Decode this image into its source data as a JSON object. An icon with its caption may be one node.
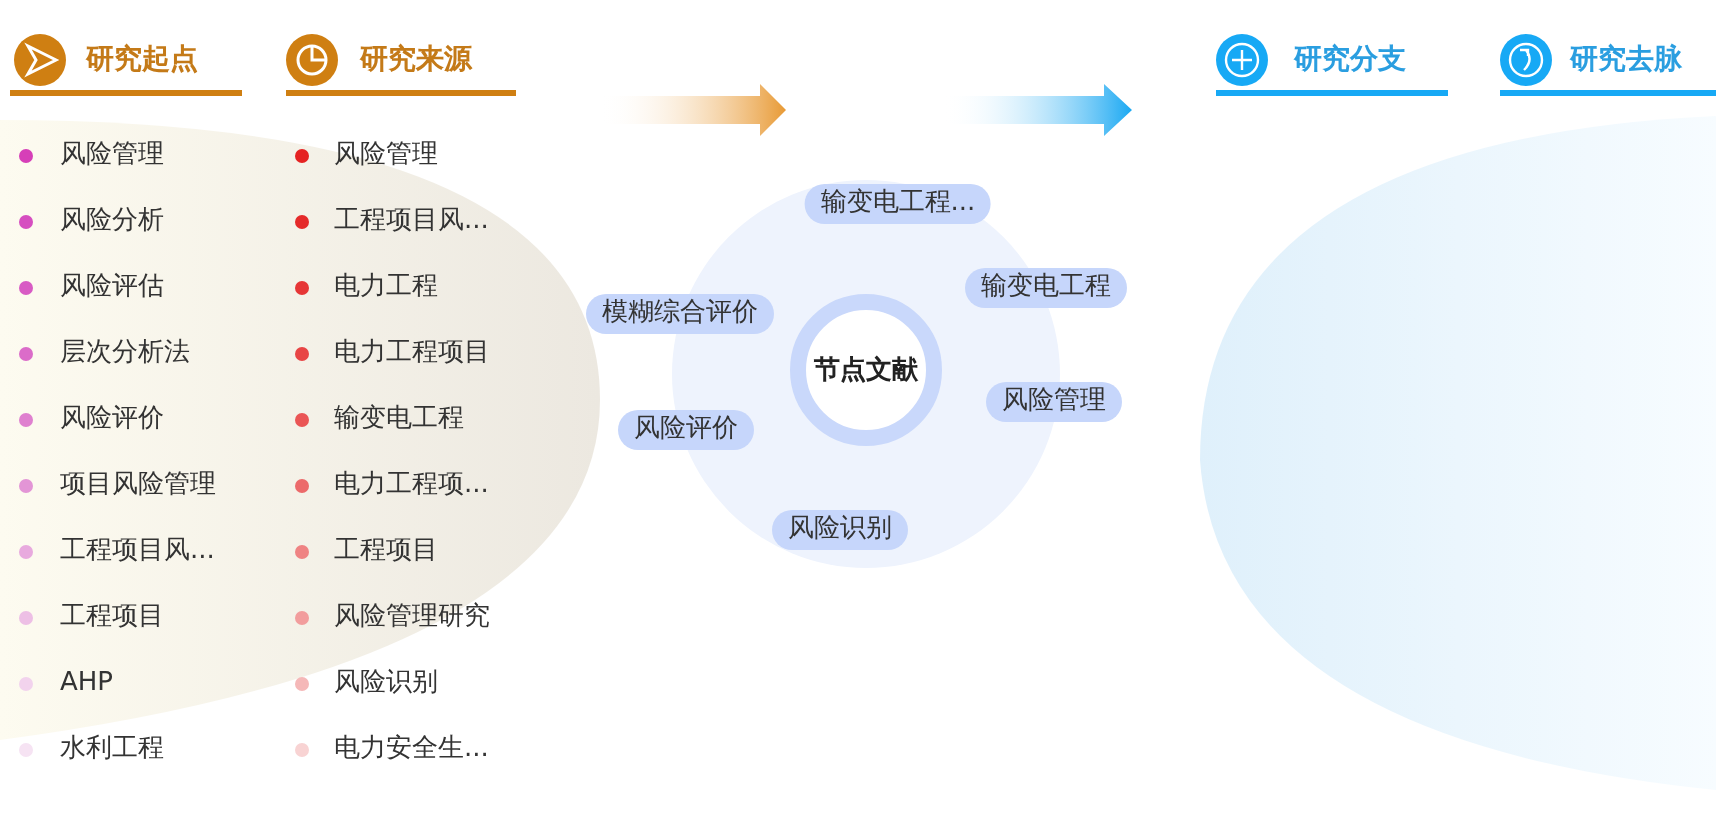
{
  "diagram": {
    "nodes": [
      {
        "text": [
          "节点文献"
        ]
      },
      {
        "text": [
          "输变电工程..."
        ]
      },
      {
        "text": [
          "输变电工程"
        ]
      },
      {
        "text": [
          "模糊综合评价"
        ]
      },
      {
        "text": [
          "风险管理"
        ]
      },
      {
        "text": [
          "风险评价"
        ]
      },
      {
        "text": [
          "风险识别"
        ]
      }
    ],
    "labels": [
      "研究起点",
      "研究来源",
      "研究分支",
      "研究去脉",
      "风险管理",
      "风险管理",
      "风险分析",
      "工程项目风...",
      "风险评估",
      "电力工程",
      "层次分析法",
      "电力工程项目",
      "风险评价",
      "输变电工程",
      "项目风险管理",
      "电力工程项...",
      "工程项目风...",
      "工程项目",
      "工程项目",
      "风险管理研究",
      "AHP",
      "风险识别",
      "水利工程",
      "电力安全生..."
    ]
  }
}
